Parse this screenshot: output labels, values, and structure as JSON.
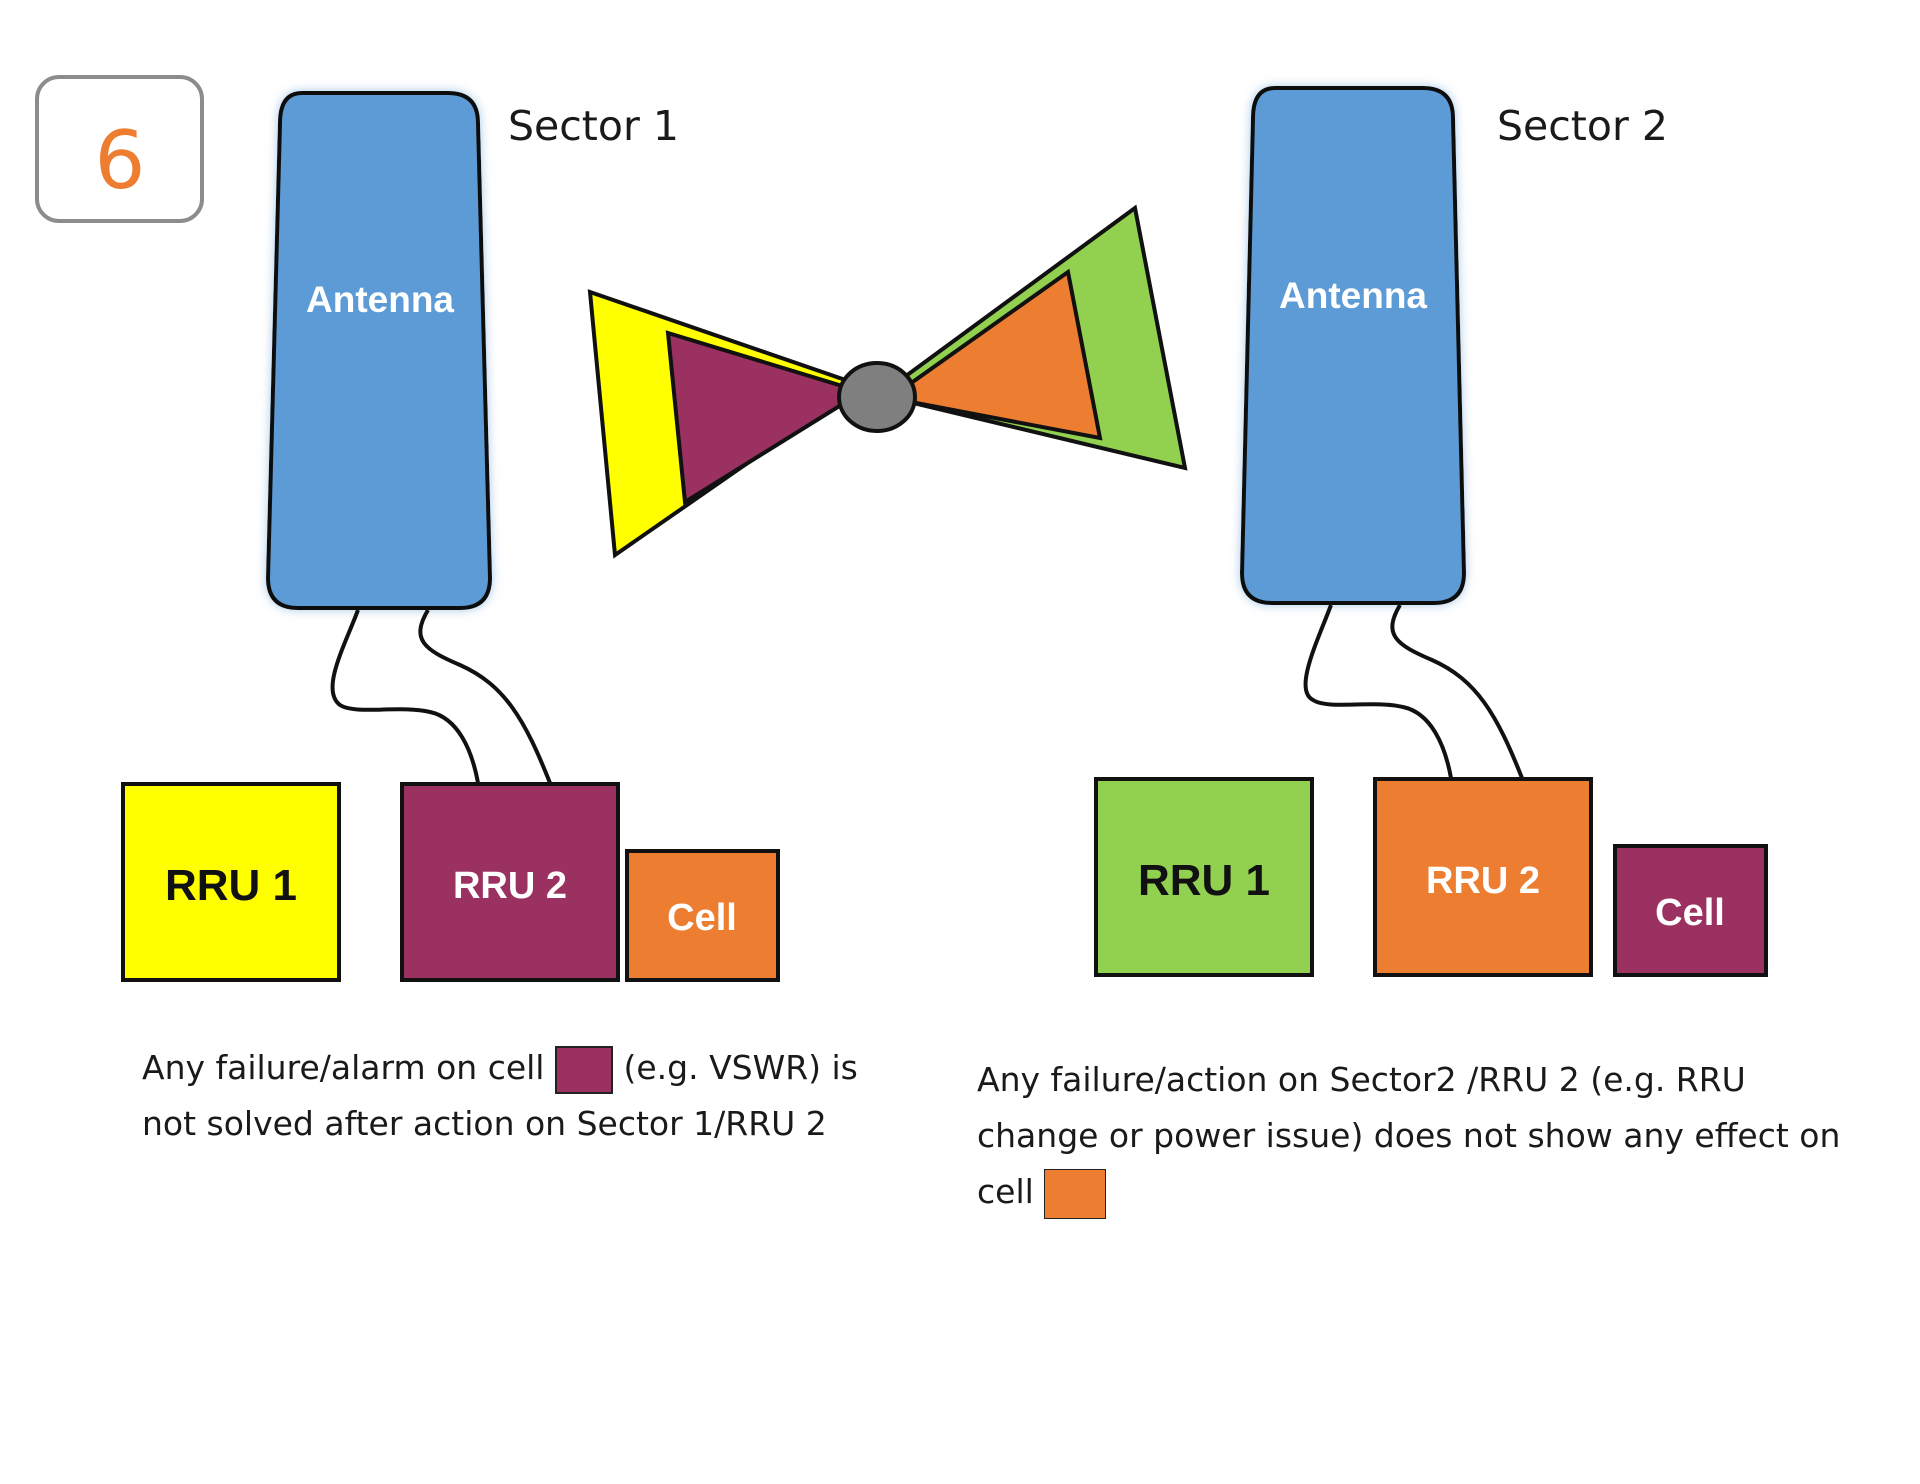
{
  "step_number": "6",
  "colors": {
    "antenna": "#5b9bd5",
    "yellow": "#ffff00",
    "purple": "#9b3161",
    "orange": "#ed7d31",
    "green": "#92d050",
    "hub": "#7f7f7f",
    "step_number": "#ed7d31"
  },
  "sector1": {
    "label": "Sector 1",
    "antenna_label": "Antenna",
    "rru1_label": "RRU 1",
    "rru2_label": "RRU 2",
    "cell_label": "Cell"
  },
  "sector2": {
    "label": "Sector 2",
    "antenna_label": "Antenna",
    "rru1_label": "RRU 1",
    "rru2_label": "RRU 2",
    "cell_label": "Cell"
  },
  "notes": {
    "left_before": "Any failure/alarm on cell ",
    "left_after": " (e.g. VSWR) is not solved after action on Sector 1/RRU 2",
    "right_text": "Any failure/action on Sector2 /RRU 2 (e.g. RRU change or power issue) does not show any effect on cell "
  }
}
